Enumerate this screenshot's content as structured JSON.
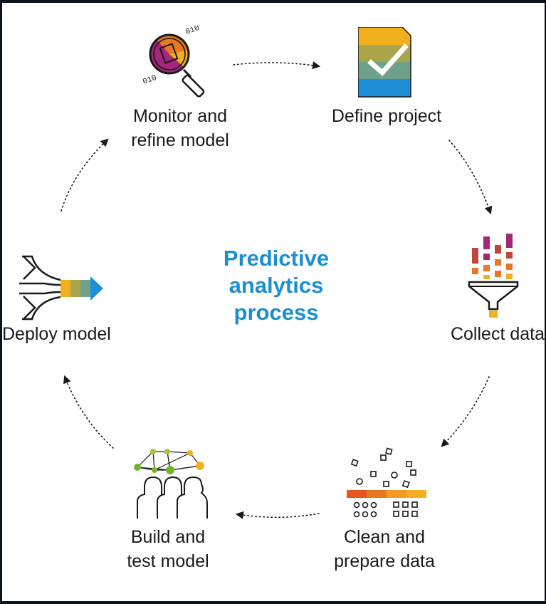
{
  "title_lines": [
    "Predictive",
    "analytics",
    "process"
  ],
  "steps": {
    "monitor": {
      "lines": [
        "Monitor and",
        "refine model"
      ]
    },
    "define": {
      "lines": [
        "Define project"
      ]
    },
    "collect": {
      "lines": [
        "Collect data"
      ]
    },
    "clean": {
      "lines": [
        "Clean and",
        "prepare data"
      ]
    },
    "build": {
      "lines": [
        "Build and",
        "test model"
      ]
    },
    "deploy": {
      "lines": [
        "Deploy model"
      ]
    }
  },
  "colors": {
    "title": "#1a8fd0",
    "yellow": "#f2b01e",
    "olive": "#a8a54a",
    "teal": "#6fa18a",
    "blue": "#1e8fd6",
    "magenta": "#a3267a",
    "red_brown": "#c0463c",
    "orange": "#e87722",
    "green": "#6fb52c"
  },
  "icons": {
    "monitor": "magnifier-binary-icon",
    "define": "checklist-document-icon",
    "collect": "funnel-data-icon",
    "clean": "data-cleaning-icon",
    "build": "people-network-icon",
    "deploy": "merge-arrow-icon"
  }
}
